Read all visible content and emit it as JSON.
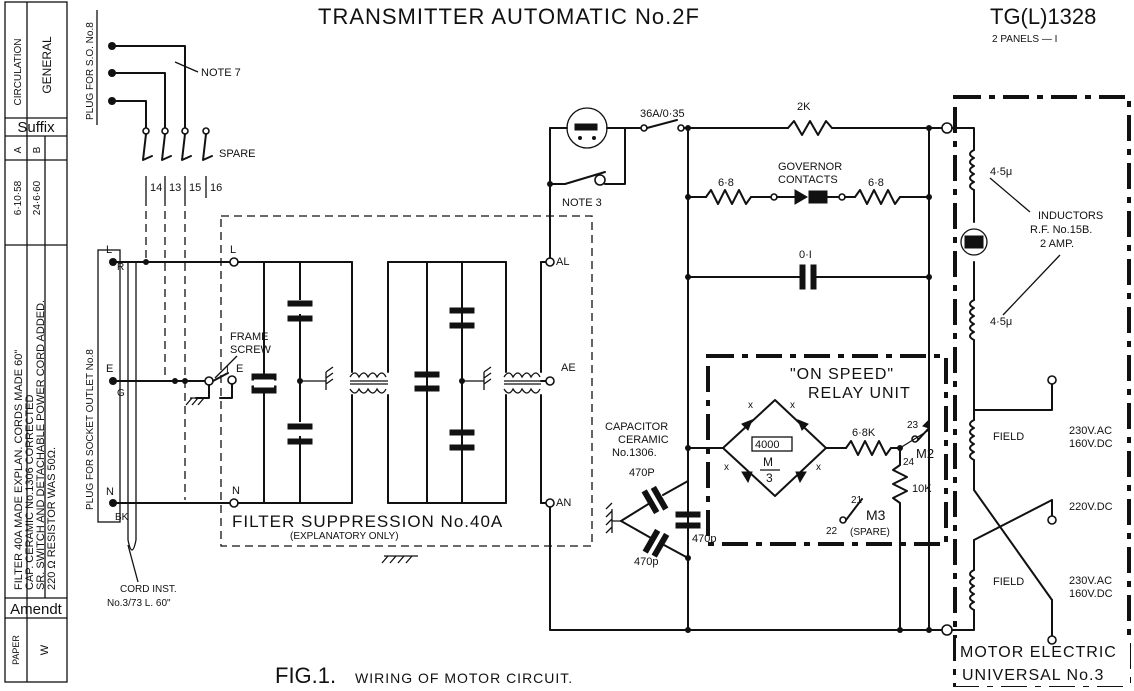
{
  "header": {
    "title": "TRANSMITTER AUTOMATIC No.2F",
    "drawing_number": "TG(L)1328",
    "panels": "2 PANELS — I"
  },
  "strip": {
    "circulation_label": "CIRCULATION",
    "circulation_value": "GENERAL",
    "suffix_label": "Suffix",
    "suffix_a": "A",
    "suffix_b": "B",
    "date_a": "6·10·58",
    "date_b": "24·6·60",
    "amend_line1": "FILTER 40A MADE EXPLAN. CORDS MADE 60\"",
    "amend_line2": "CAP. CERAMIC No.1306 CORRECTED",
    "amend_line3": "SR. SWITCH AND DETACHABLE POWER CORD ADDED.",
    "amend_line4": "220 Ω RESISTOR WAS 50Ω.",
    "amendt_label": "Amendt",
    "paper_label": "PAPER",
    "paper_value": "W"
  },
  "labels": {
    "plug_so8": "PLUG FOR S.O. No.8",
    "note7": "NOTE 7",
    "spare": "SPARE",
    "pin14": "14",
    "pin13": "13",
    "pin15": "15",
    "pin16": "16",
    "plug_socket": "PLUG FOR SOCKET OUTLET No.8",
    "L": "L",
    "R": "R",
    "E": "E",
    "G": "G",
    "N": "N",
    "BK": "BK",
    "I": "I",
    "cord_inst1": "CORD INST.",
    "cord_inst2": "No.3/73 L. 60\"",
    "frame": "FRAME",
    "screw": "SCREW",
    "filter_title": "FILTER SUPPRESSION No.40A",
    "filter_subtitle": "(EXPLANATORY ONLY)",
    "AL": "AL",
    "AE": "AE",
    "AN": "AN",
    "note3": "NOTE 3",
    "switch_36a": "36A/0·35",
    "res_2k": "2K",
    "res_6_8": "6·8",
    "governor": "GOVERNOR",
    "contacts": "CONTACTS",
    "cap_0_1": "0·I",
    "cap_ceramic1": "CAPACITOR",
    "cap_ceramic2": "CERAMIC",
    "cap_ceramic3": "No.1306.",
    "cap_470p_a": "470P",
    "cap_470p_b": "470p",
    "relay_title1": "\"ON SPEED\"",
    "relay_title2": "RELAY UNIT",
    "x_mark": "x",
    "meter_4000": "4000",
    "meter_m": "M",
    "meter_3": "3",
    "res_6_8k": "6·8K",
    "c23": "23",
    "c24": "24",
    "m2": "M2",
    "res_10k": "10K",
    "c21": "21",
    "c22": "22",
    "m3": "M3",
    "spare_paren": "(SPARE)",
    "motor1": "MOTOR ELECTRIC",
    "motor2": "UNIVERSAL No.3",
    "inductor_val": "4·5μ",
    "inductors1": "INDUCTORS",
    "inductors2": "R.F. No.15B.",
    "inductors3": "2 AMP.",
    "field": "FIELD",
    "v230ac": "230V.AC",
    "v160dc": "160V.DC",
    "v220dc": "220V.DC"
  },
  "caption": {
    "fig": "FIG.1.",
    "text": "WIRING OF MOTOR CIRCUIT."
  }
}
